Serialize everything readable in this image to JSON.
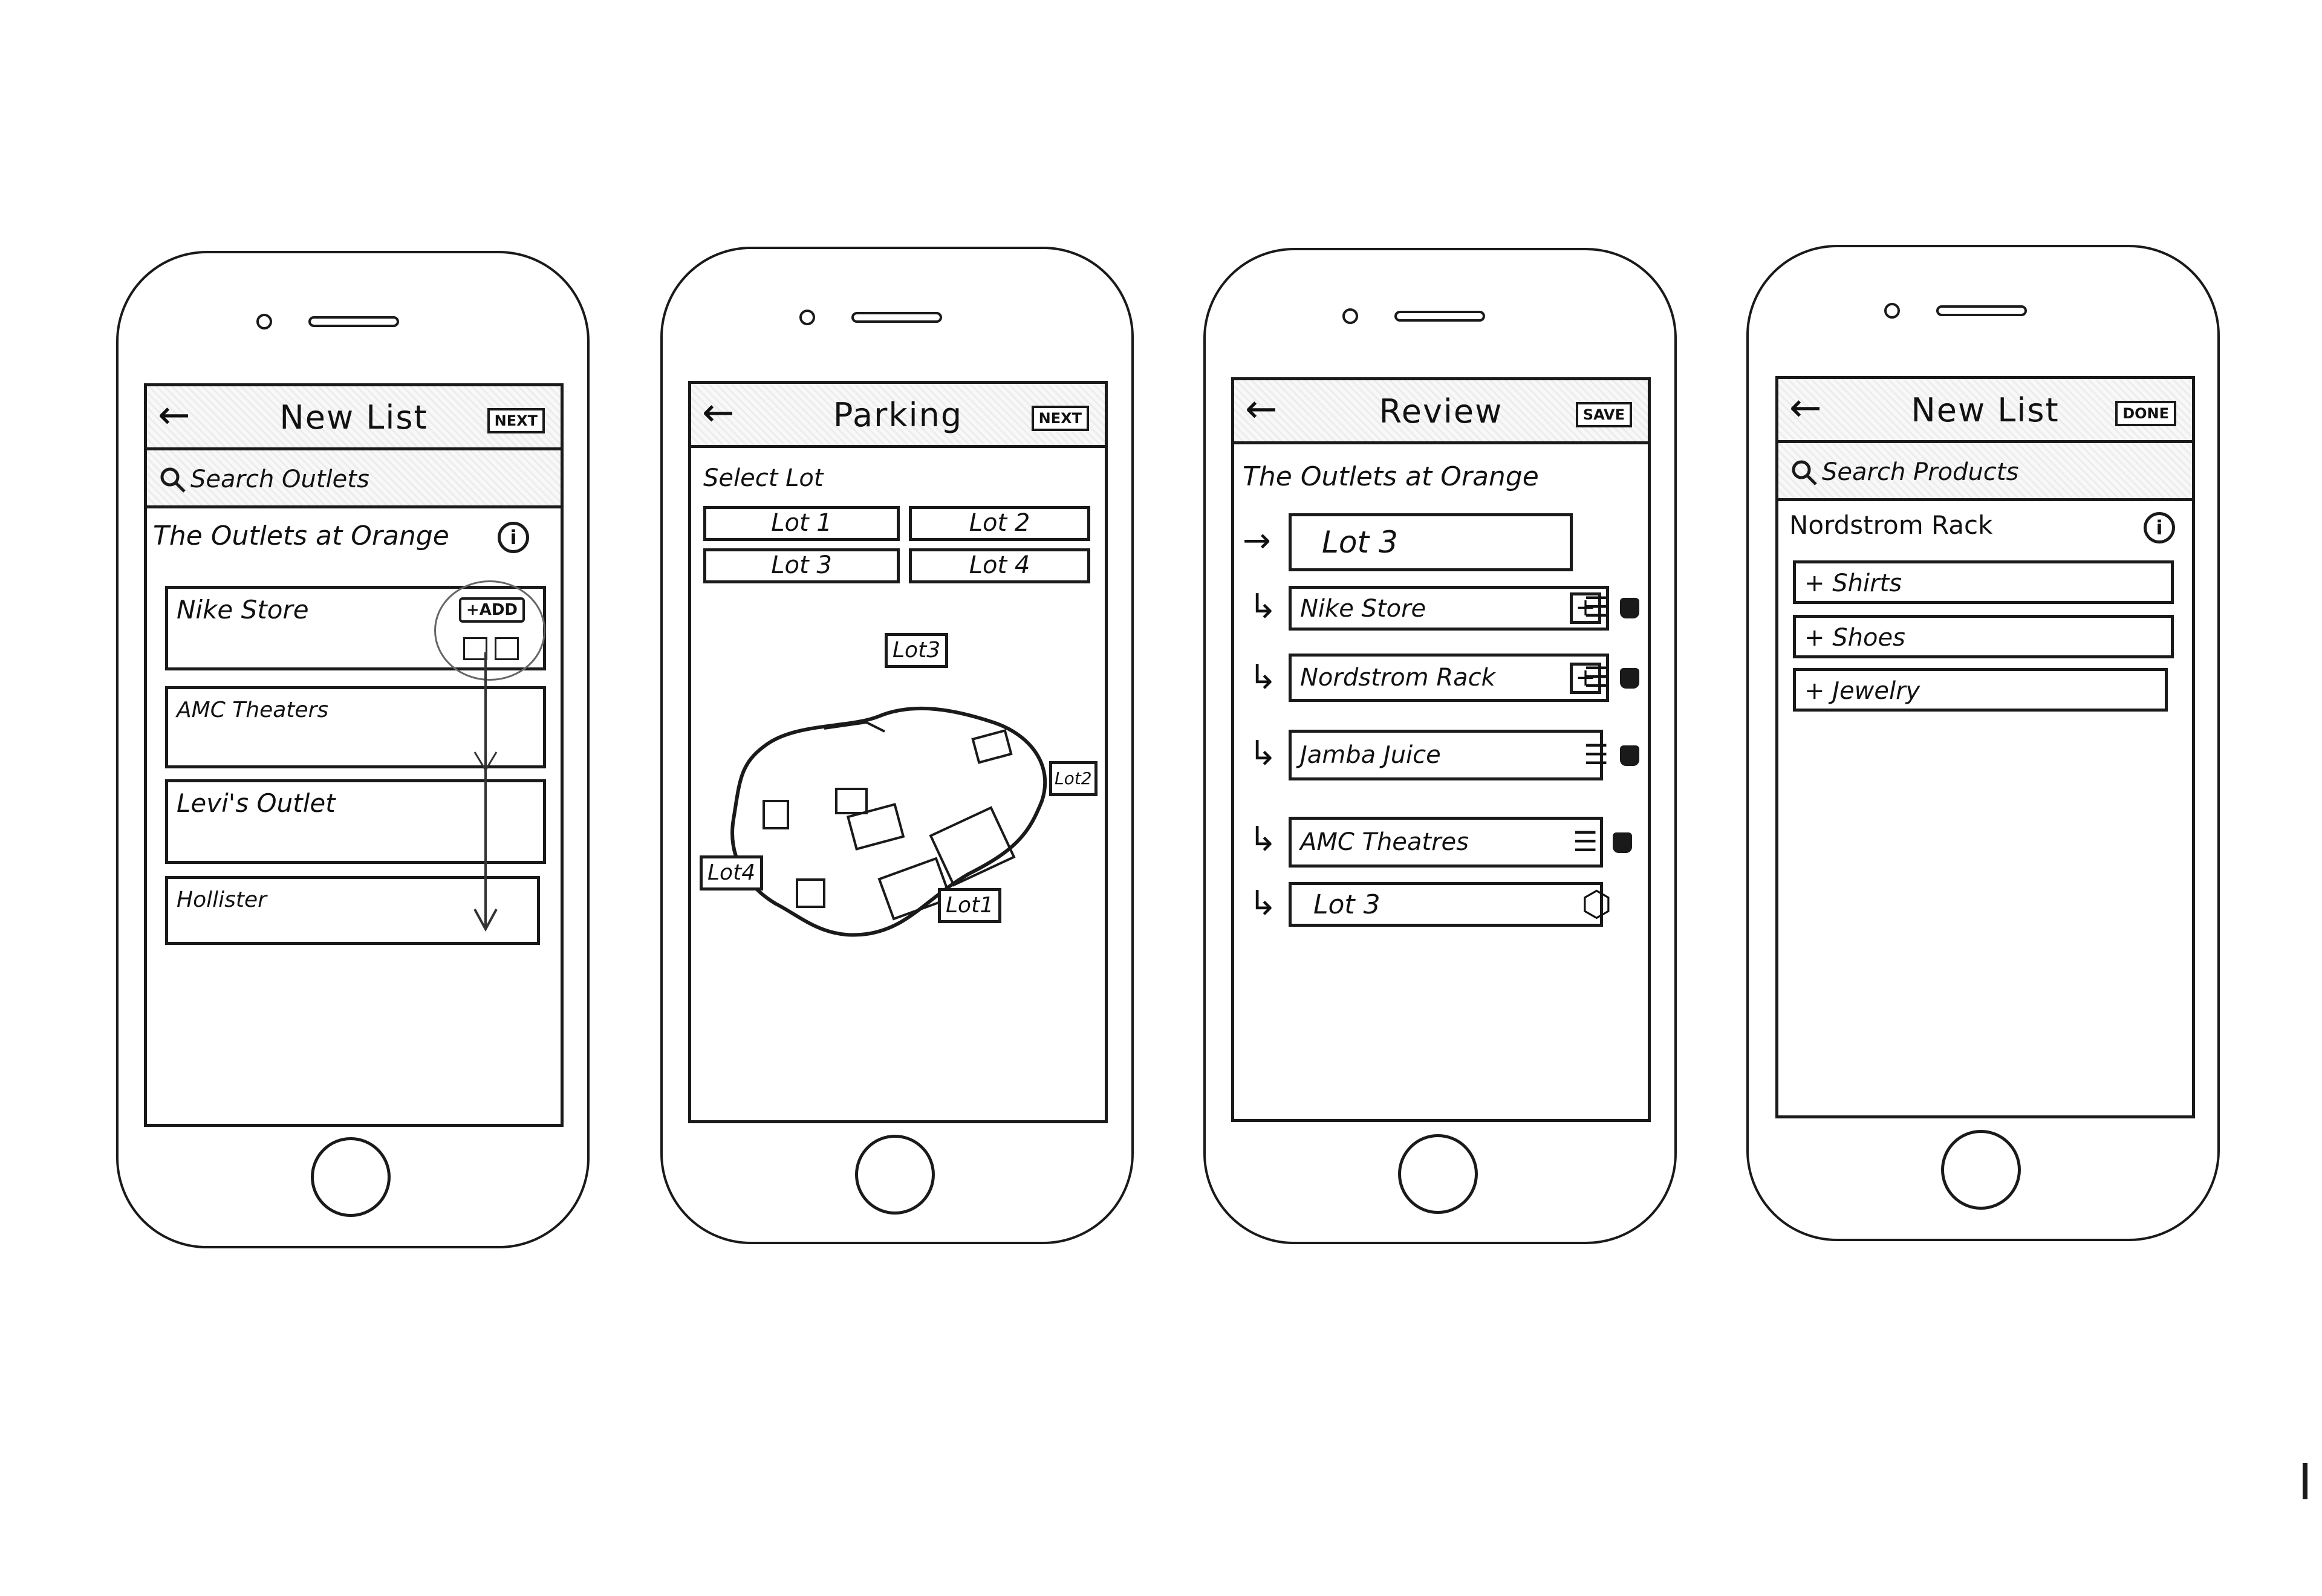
{
  "screen1": {
    "back": "←",
    "title": "New List",
    "header_button": "NEXT",
    "search_placeholder": "Search Outlets",
    "location": "The Outlets at Orange",
    "info": "i",
    "items": [
      {
        "label": "Nike Store"
      },
      {
        "label": "AMC Theaters"
      },
      {
        "label": "Levi's Outlet"
      },
      {
        "label": "Hollister"
      }
    ],
    "add_button": "+ADD"
  },
  "screen2": {
    "back": "←",
    "title": "Parking",
    "header_button": "NEXT",
    "section_label": "Select Lot",
    "lots": [
      "Lot 1",
      "Lot 2",
      "Lot 3",
      "Lot 4"
    ],
    "map_labels": {
      "lot3": "Lot3",
      "lot2": "Lot2",
      "lot4": "Lot4",
      "lot1": "Lot1"
    }
  },
  "screen3": {
    "back": "←",
    "title": "Review",
    "header_button": "SAVE",
    "location": "The Outlets at Orange",
    "start": "Lot 3",
    "stops": [
      {
        "label": "Nike Store",
        "plus": "+"
      },
      {
        "label": "Nordstrom Rack",
        "plus": "+"
      },
      {
        "label": "Jamba Juice"
      },
      {
        "label": "AMC Theatres"
      }
    ],
    "end": "Lot 3",
    "arrow_start": "→",
    "arrow_sub": "↳",
    "menu": "☰",
    "end_icon": "⬡"
  },
  "screen4": {
    "back": "←",
    "title": "New List",
    "header_button": "DONE",
    "search_placeholder": "Search Products",
    "store": "Nordstrom Rack",
    "info": "i",
    "products": [
      "+ Shirts",
      "+ Shoes",
      "+ Jewelry"
    ]
  }
}
